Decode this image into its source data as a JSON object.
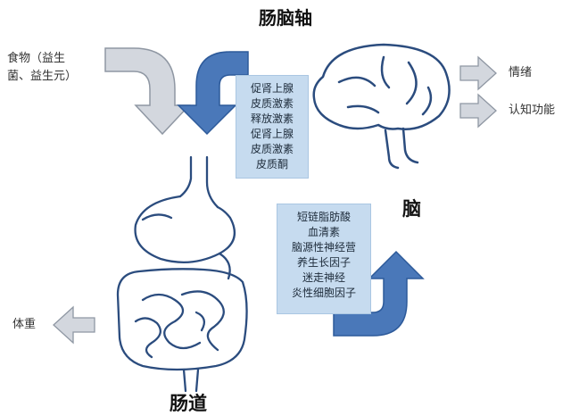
{
  "title": "肠脑轴",
  "labels": {
    "brain": "脑",
    "gut": "肠道",
    "food_line1": "食物（益生",
    "food_line2": "菌、益生元）",
    "weight": "体重",
    "emotion": "情绪",
    "cognition": "认知功能"
  },
  "brain_to_gut_box": [
    "促肾上腺",
    "皮质激素",
    "释放激素",
    "促肾上腺",
    "皮质激素",
    "皮质酮"
  ],
  "gut_to_brain_box": [
    "短链脂肪酸",
    "血清素",
    "脑源性神经营",
    "养生长因子",
    "迷走神经",
    "炎性细胞因子"
  ],
  "colors": {
    "blue_arrow": "#4a78b9",
    "gray_arrow": "#d3d7de",
    "box_fill": "#c6dbef",
    "organ_stroke": "#2b4c7e"
  }
}
